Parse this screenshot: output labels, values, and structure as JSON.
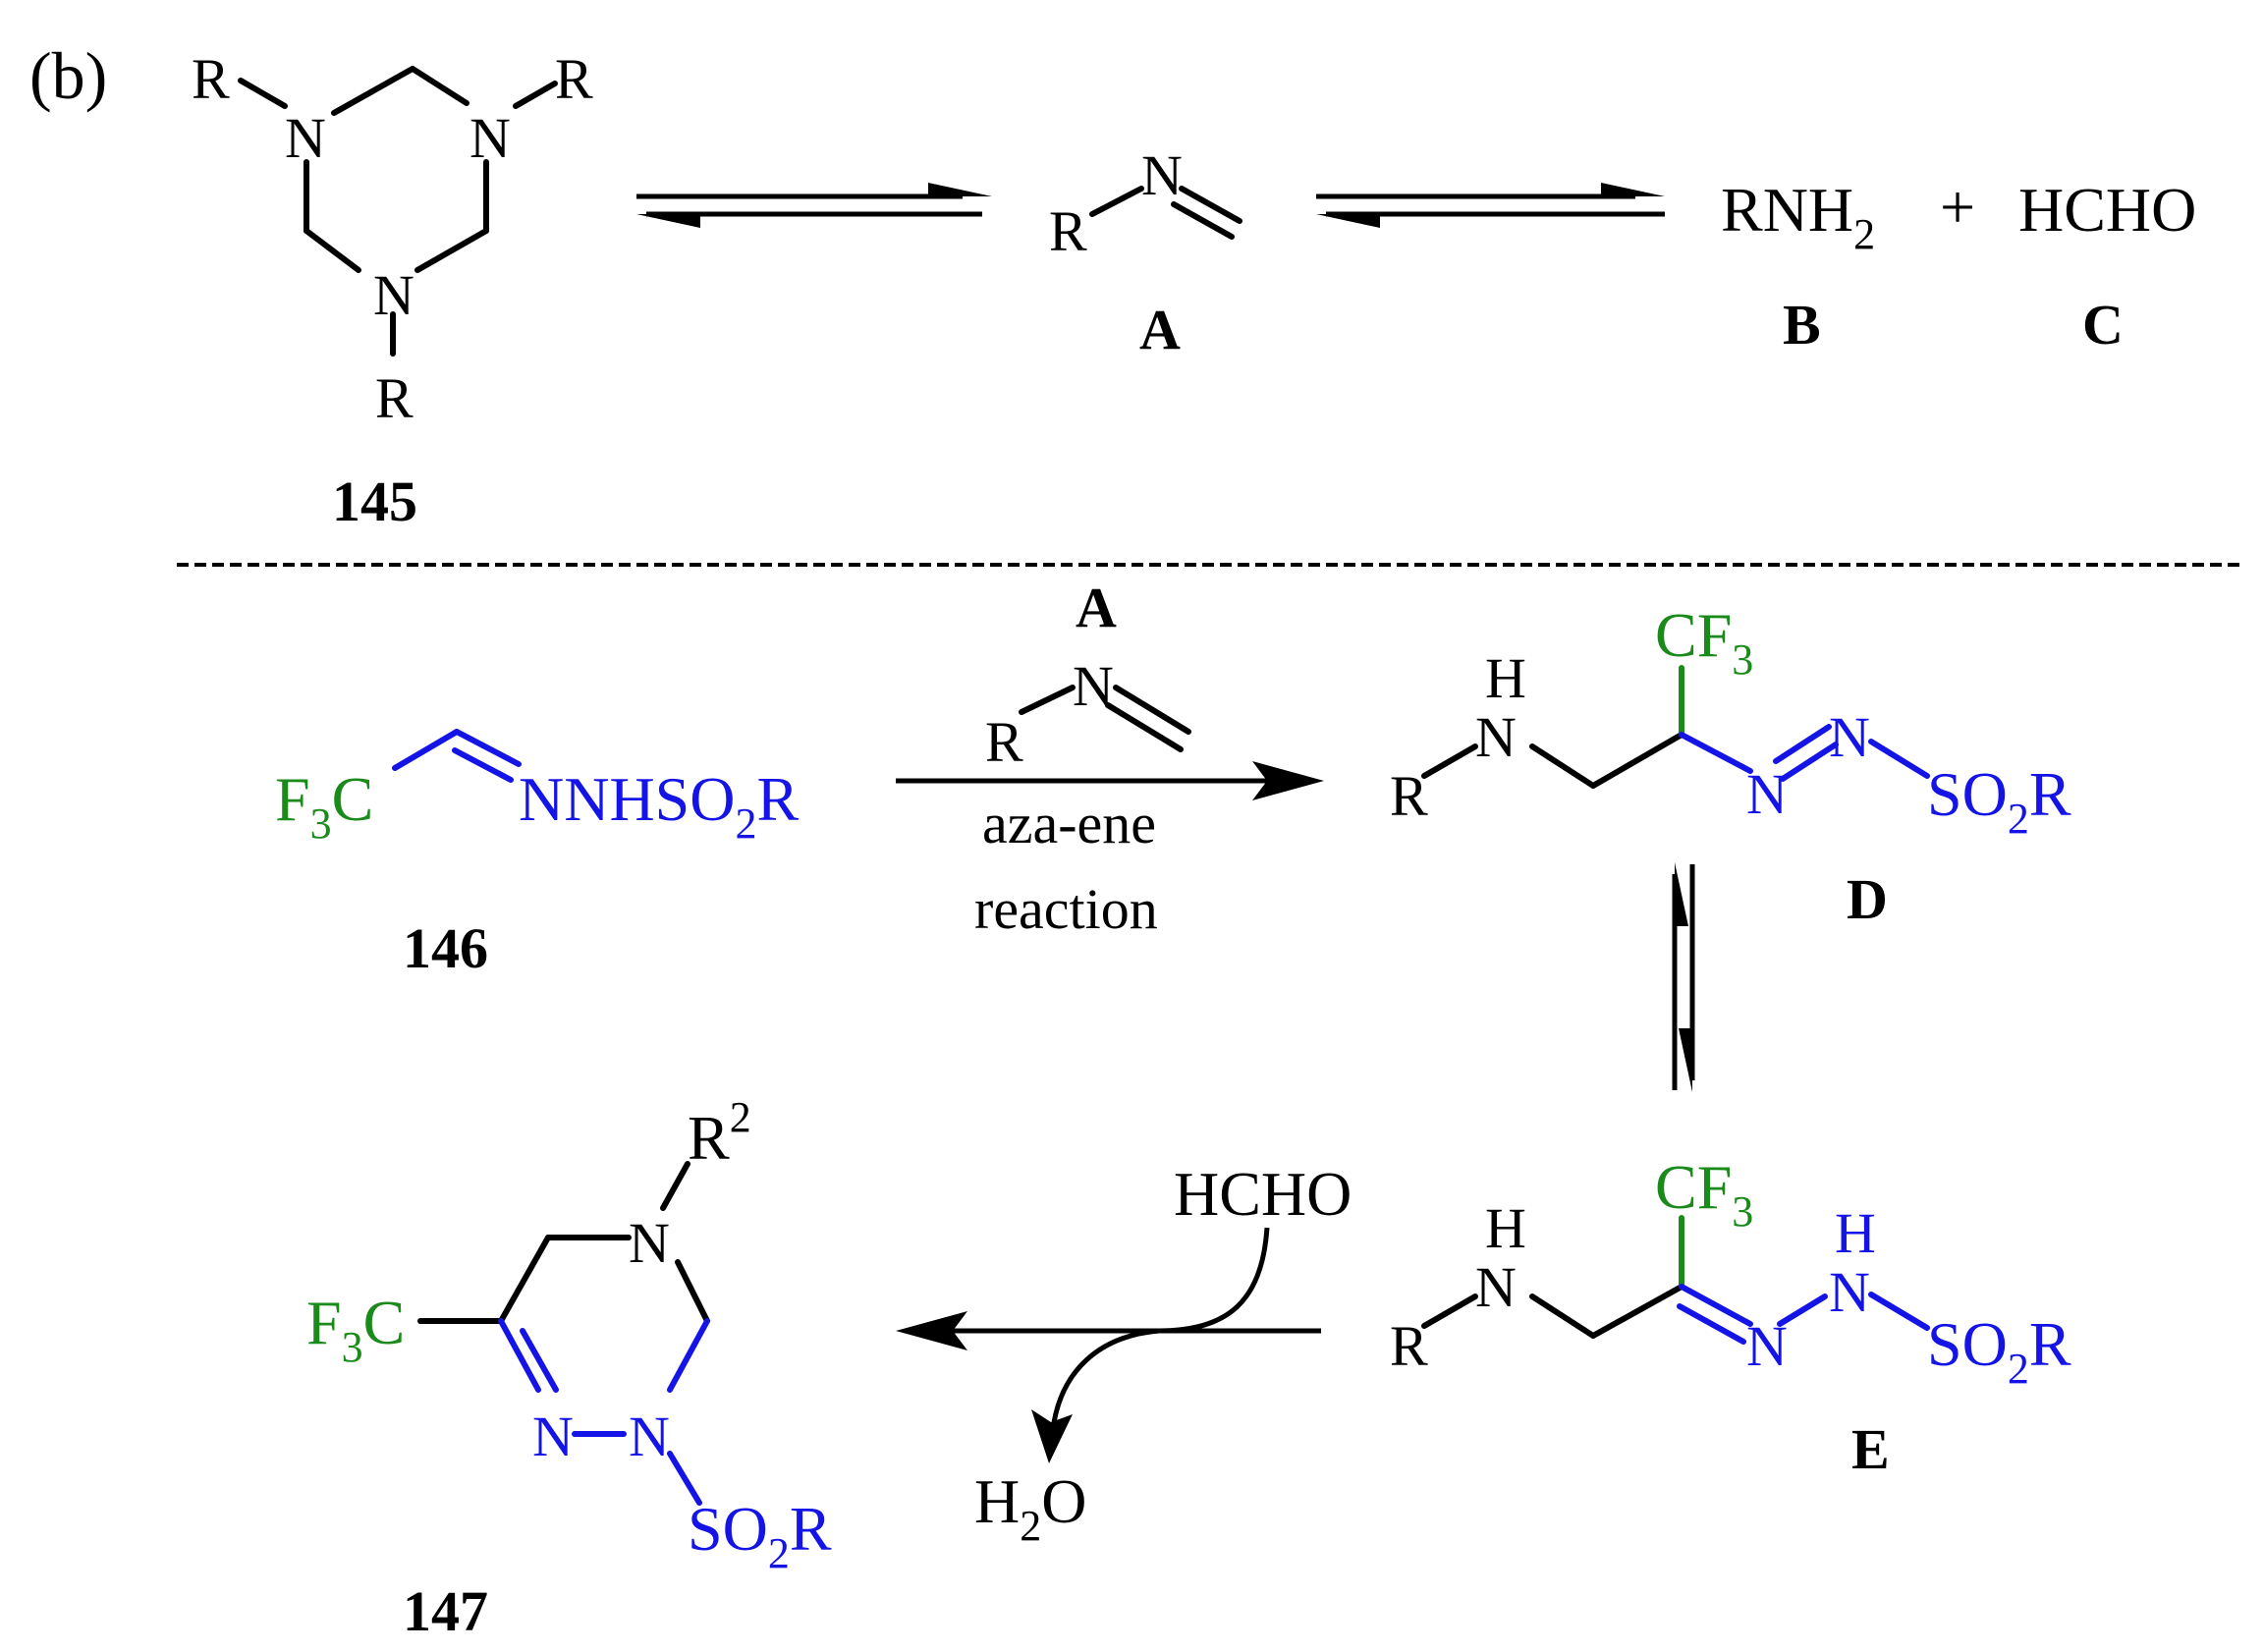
{
  "panel_label": "(b)",
  "colors": {
    "black": "#000000",
    "green": "#1a8a1a",
    "blue": "#1414e6"
  },
  "atoms": {
    "R": "R",
    "N": "N",
    "H": "H",
    "C": "C",
    "F": "F",
    "O": "O",
    "CF": "CF",
    "S": "S",
    "SO": "SO",
    "sub2": "2",
    "sub3": "3",
    "sup2": "2",
    "NNHSO": "NNHSO",
    "HCHO": "HCHO",
    "RNH": "RNH",
    "plus": "+"
  },
  "compounds": {
    "c145": "145",
    "A": "A",
    "B": "B",
    "C": "C",
    "c146": "146",
    "D": "D",
    "E": "E",
    "c147": "147"
  },
  "reagent": {
    "line1": "aza-ene",
    "line2": "reaction"
  }
}
